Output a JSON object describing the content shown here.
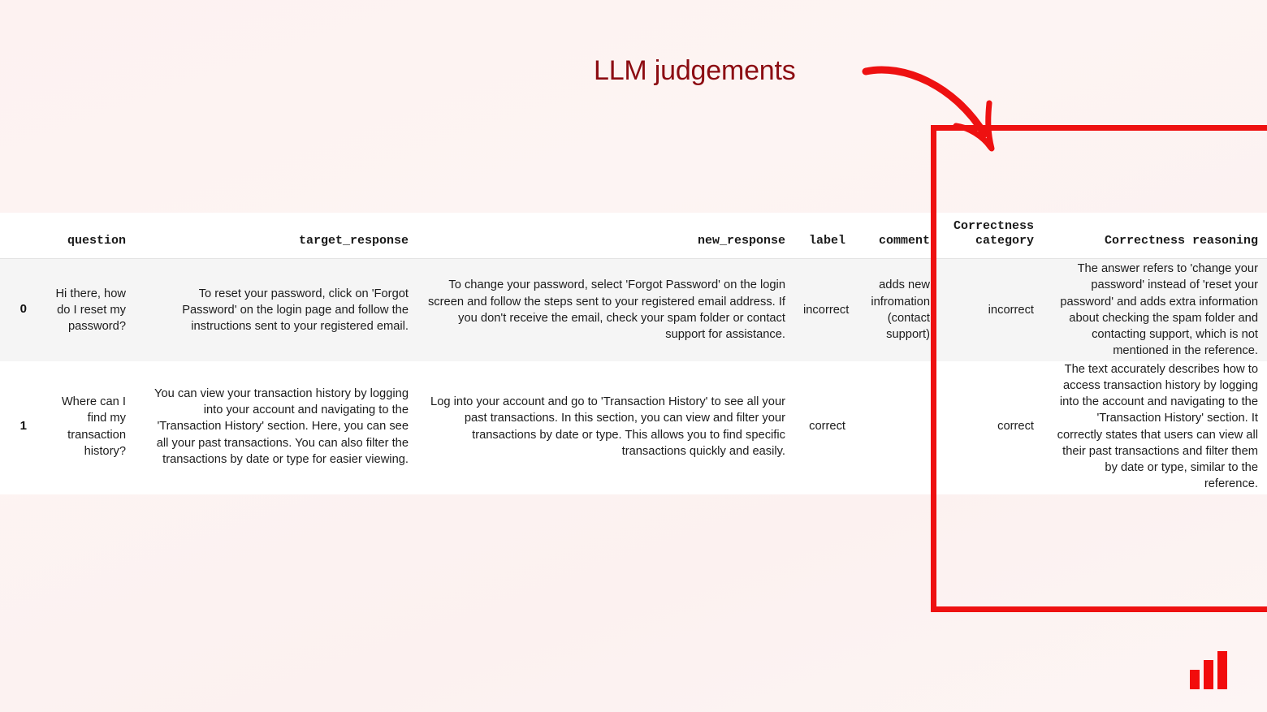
{
  "slide": {
    "title": "LLM judgements",
    "title_color": "#8c0c12",
    "accent_color": "#ee1111",
    "background_color": "#fdf3f2"
  },
  "annotation": {
    "arrow_name": "curved-arrow-pointing-to-highlight-box",
    "arrow_color": "#ee1111",
    "highlight_box_color": "#ee1111"
  },
  "table": {
    "index_header": "",
    "columns": [
      "question",
      "target_response",
      "new_response",
      "label",
      "comment",
      "Correctness category",
      "Correctness reasoning"
    ],
    "rows": [
      {
        "index": "0",
        "question": "Hi there, how do I reset my password?",
        "target_response": "To reset your password, click on 'Forgot Password' on the login page and follow the instructions sent to your registered email.",
        "new_response": "To change your password, select 'Forgot Password' on the login screen and follow the steps sent to your registered email address. If you don't receive the email, check your spam folder or contact support for assistance.",
        "label": "incorrect",
        "comment": "adds new infromation (contact support)",
        "correctness_category": "incorrect",
        "correctness_reasoning": "The answer refers to 'change your password' instead of 'reset your password' and adds extra information about checking the spam folder and contacting support, which is not mentioned in the reference."
      },
      {
        "index": "1",
        "question": "Where can I find my transaction history?",
        "target_response": "You can view your transaction history by logging into your account and navigating to the 'Transaction History' section. Here, you can see all your past transactions. You can also filter the transactions by date or type for easier viewing.",
        "new_response": "Log into your account and go to 'Transaction History' to see all your past transactions. In this section, you can view and filter your transactions by date or type. This allows you to find specific transactions quickly and easily.",
        "label": "correct",
        "comment": "",
        "correctness_category": "correct",
        "correctness_reasoning": "The text accurately describes how to access transaction history by logging into the account and navigating to the 'Transaction History' section. It correctly states that users can view all their past transactions and filter them by date or type, similar to the reference."
      }
    ]
  },
  "logo": {
    "name": "bar-chart-logo",
    "color": "#f20c0c",
    "bars": [
      24,
      36,
      47
    ]
  }
}
